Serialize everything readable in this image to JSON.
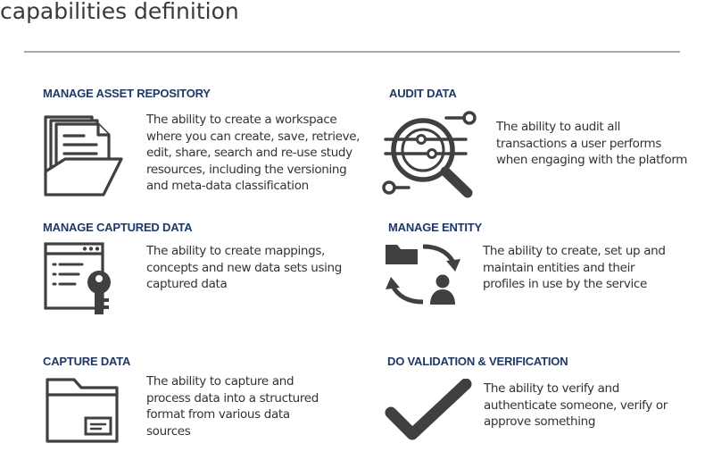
{
  "page": {
    "title": "capabilities definition"
  },
  "colors": {
    "heading": "#1f3864",
    "icon": "#404040",
    "text": "#333333",
    "divider": "#a9a9a9"
  },
  "capabilities": [
    {
      "title": "MANAGE ASSET REPOSITORY",
      "icon": "folder-documents-icon",
      "lines": [
        "The ability to create a workspace",
        "where you can create, save, retrieve,",
        "edit, share, search and re-use study",
        "resources, including the versioning",
        "and meta-data classification"
      ]
    },
    {
      "title": "AUDIT DATA",
      "icon": "magnifier-audit-icon",
      "lines": [
        "The ability to audit all",
        "transactions a user performs",
        "when engaging with the platform"
      ]
    },
    {
      "title": "MANAGE CAPTURED DATA",
      "icon": "window-key-icon",
      "lines": [
        "The ability to create mappings,",
        "concepts and new data sets using",
        "captured data"
      ]
    },
    {
      "title": "MANAGE ENTITY",
      "icon": "entity-cycle-icon",
      "lines": [
        "The ability to create, set up and",
        "maintain entities and their",
        "profiles in use by the service"
      ]
    },
    {
      "title": "CAPTURE DATA",
      "icon": "folder-drive-icon",
      "lines": [
        "The ability to capture and",
        "process data into a structured",
        "format from various data",
        "sources"
      ]
    },
    {
      "title": "DO VALIDATION & VERIFICATION",
      "icon": "checkmark-icon",
      "lines": [
        "The ability to verify and",
        "authenticate someone, verify or",
        "approve something"
      ]
    }
  ]
}
